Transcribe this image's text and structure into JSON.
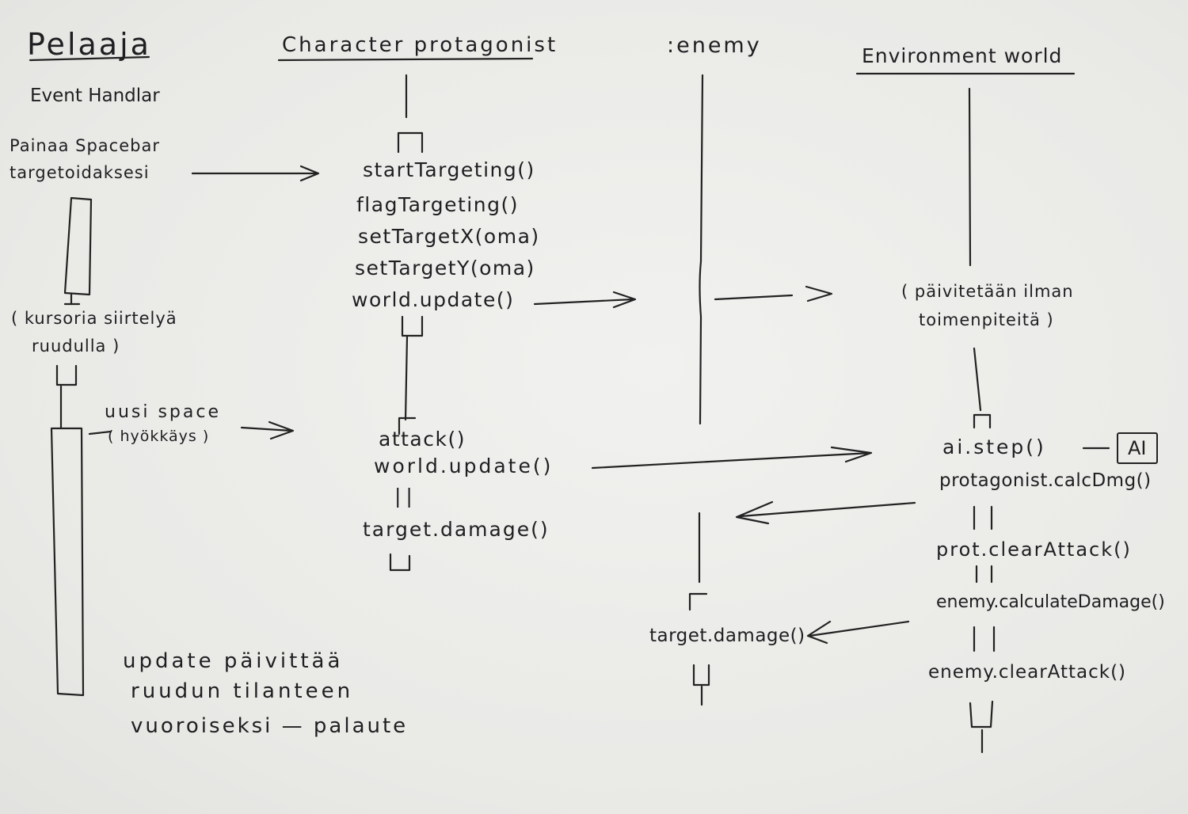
{
  "lifelines": {
    "player": {
      "title": "Pelaaja",
      "subtitle": "Event Handlar"
    },
    "protagonist": {
      "title": "Character protagonist"
    },
    "enemy": {
      "title": ":enemy"
    },
    "world": {
      "title": "Environment world"
    }
  },
  "player_notes": {
    "press": [
      "Painaa Spacebar",
      "targetoidaksesi"
    ],
    "cursor": [
      "( kursoria siirtelyä",
      "ruudulla )"
    ],
    "new_space": [
      "uusi space",
      "( hyökkäys )"
    ],
    "update_note": [
      "update päivittää",
      "ruudun tilanteen",
      "vuoroiseksi — palaute"
    ]
  },
  "protagonist_calls": {
    "block1": [
      "startTargeting()",
      "flagTargeting()",
      "setTargetX(oma)",
      "setTargetY(oma)",
      "world.update()"
    ],
    "block2": [
      "attack()",
      "world.update()",
      "||",
      "target.damage()"
    ]
  },
  "enemy_calls": [
    "target.damage()"
  ],
  "world_notes": {
    "update_note": [
      "( päivitetään ilman",
      "toimenpiteitä )"
    ],
    "calls": [
      "ai.step()",
      "protagonist.calcDmg()",
      "||",
      "prot.clearAttack()",
      "||",
      "enemy.calculateDamage()",
      "||",
      "enemy.clearAttack()"
    ],
    "ai_box": "AI"
  },
  "colors": {
    "ink": "#1f1f22",
    "paper": "#ececea"
  }
}
